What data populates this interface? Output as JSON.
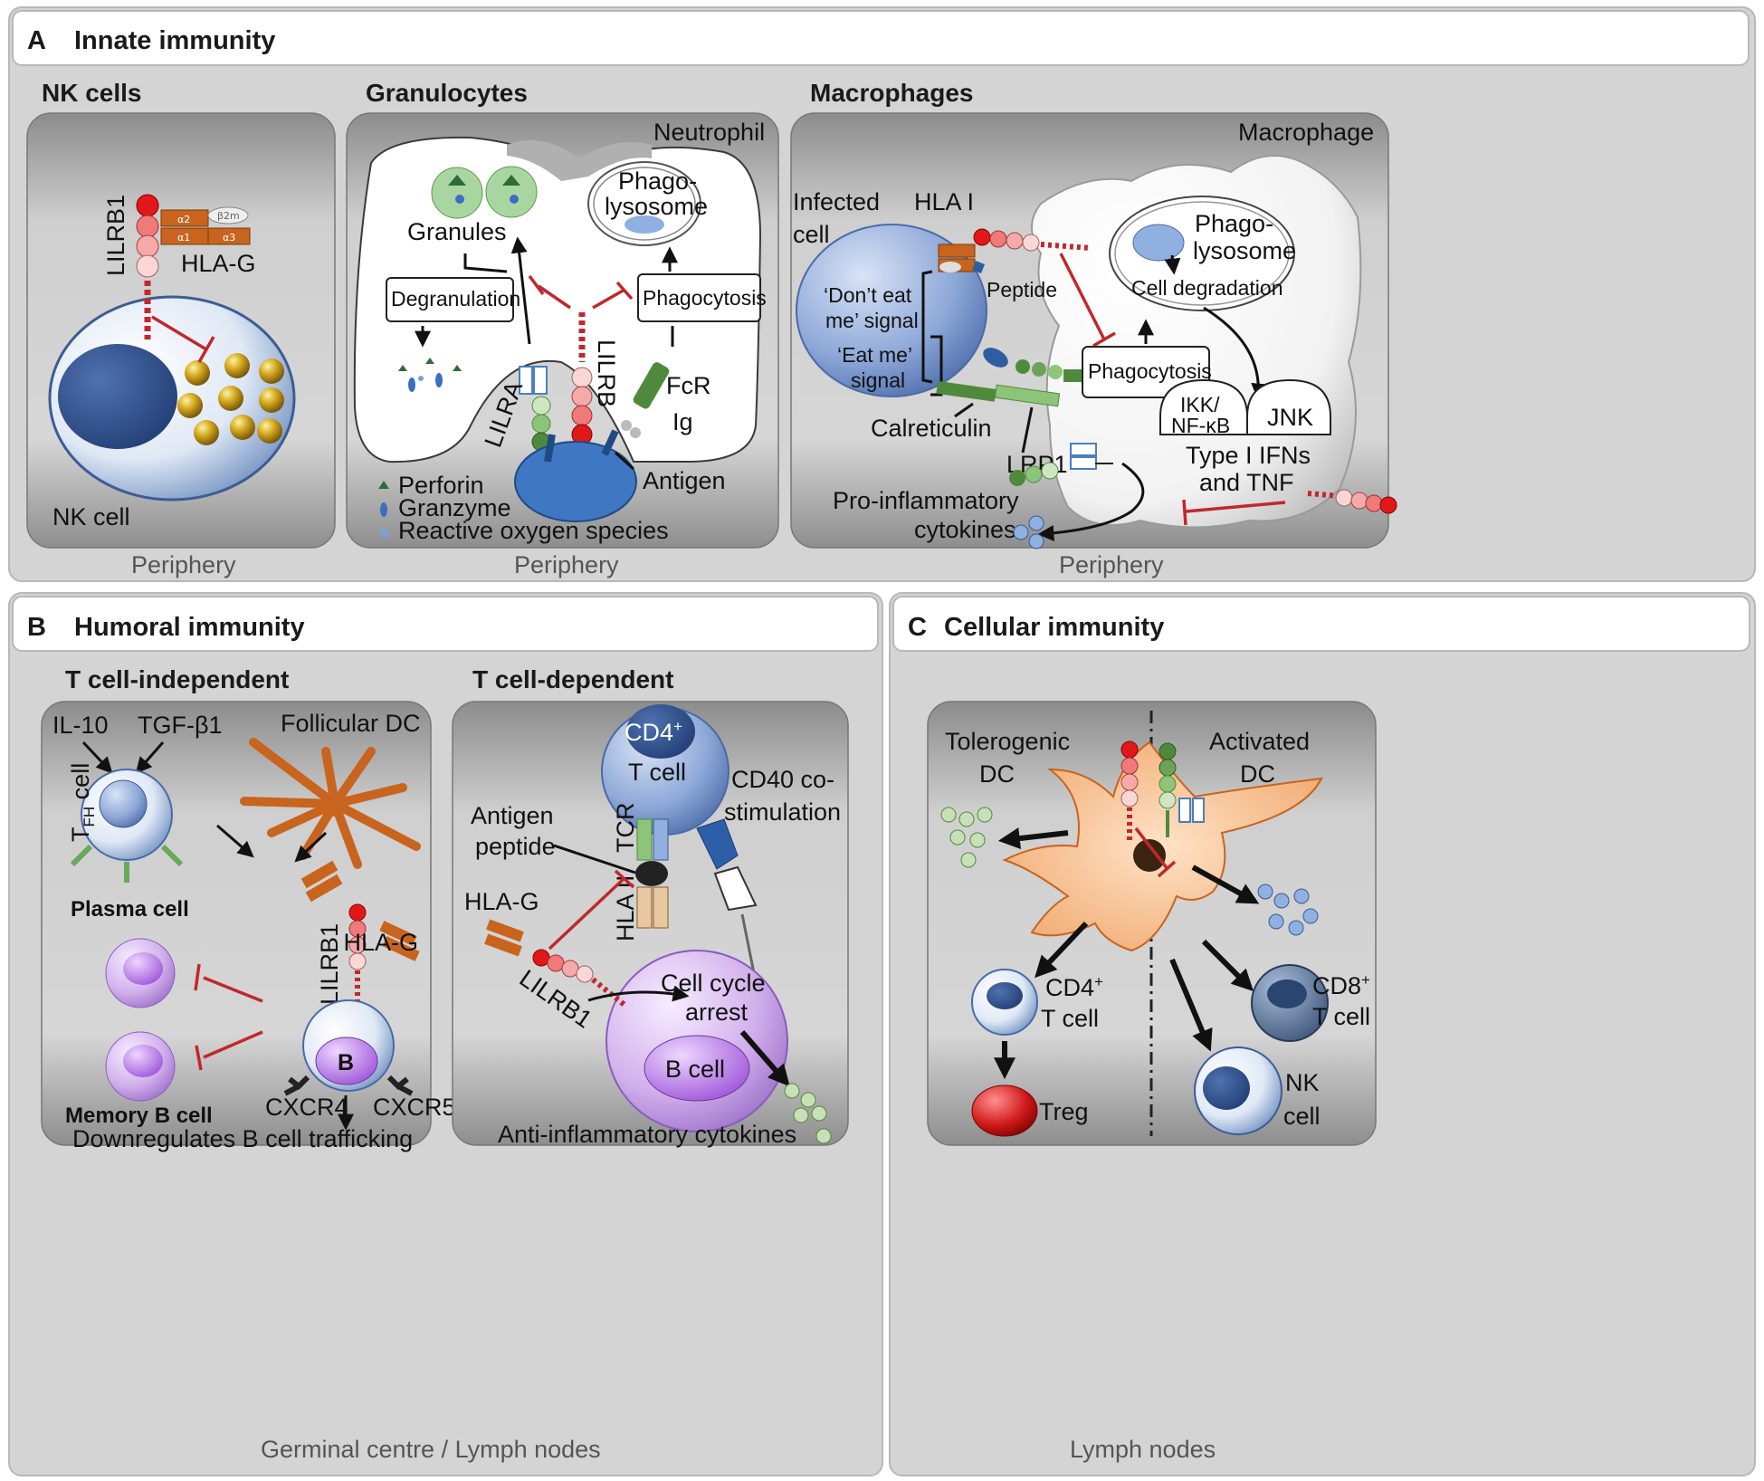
{
  "panels": {
    "a": {
      "letter": "A",
      "title": "Innate immunity"
    },
    "b": {
      "letter": "B",
      "title": "Humoral immunity"
    },
    "c": {
      "letter": "C",
      "title": "Cellular immunity"
    }
  },
  "nk": {
    "title": "NK cells",
    "receptor": "LILRB1",
    "ligand": "HLA-G",
    "cell": "NK cell",
    "footer": "Periphery"
  },
  "gran": {
    "title": "Granulocytes",
    "cell": "Neutrophil",
    "phago_1": "Phago-",
    "phago_2": "lysosome",
    "granules": "Granules",
    "degranulation": "Degranulation",
    "phagocytosis": "Phagocytosis",
    "lilra": "LILRA",
    "lilrb": "LILRB",
    "fcr": "FcR",
    "ig": "Ig",
    "antigen": "Antigen",
    "legend": [
      "Perforin",
      "Granzyme",
      "Reactive oxygen species"
    ],
    "footer": "Periphery"
  },
  "mac": {
    "title": "Macrophages",
    "cell": "Macrophage",
    "infected_1": "Infected",
    "infected_2": "cell",
    "hla": "HLA I",
    "peptide": "Peptide",
    "dont_1": "‘Don’t eat",
    "dont_2": "me’ signal",
    "eat_1": "‘Eat me’",
    "eat_2": "signal",
    "phago_1": "Phago-",
    "phago_2": "lysosome",
    "degradation": "Cell degradation",
    "phagocytosis": "Phagocytosis",
    "ikk_1": "IKK/",
    "ikk_2": "NF-κB",
    "jnk": "JNK",
    "ifn_1": "Type I IFNs",
    "ifn_2": "and TNF",
    "calreticulin": "Calreticulin",
    "lrp1": "LRP1",
    "cyto_1": "Pro-inflammatory",
    "cyto_2": "cytokines",
    "footer": "Periphery"
  },
  "tind": {
    "title": "T cell-independent",
    "il10": "IL-10",
    "tgf": "TGF-β1",
    "fdc": "Follicular DC",
    "tfh_main": "T",
    "tfh_sub": "FH",
    "tfh_rest": " cell",
    "plasma": "Plasma cell",
    "memory": "Memory B cell",
    "lilrb1": "LILRB1",
    "hlag": "HLA-G",
    "b": "B",
    "cxcr4": "CXCR4",
    "cxcr5": "CXCR5",
    "bottom": "Downregulates B cell trafficking"
  },
  "tdep": {
    "title": "T cell-dependent",
    "cd4": "CD4",
    "sup": "+",
    "tcell": "T cell",
    "cd40_1": "CD40 co-",
    "cd40_2": "stimulation",
    "antigen_1": "Antigen",
    "antigen_2": "peptide",
    "tcr": "TCR",
    "hla2": "HLA II",
    "hlag": "HLA-G",
    "lilrb1": "LILRB1",
    "arrest_1": "Cell cycle",
    "arrest_2": "arrest",
    "bcell": "B cell",
    "cytokines": "Anti-inflammatory  cytokines"
  },
  "humoral_footer": "Germinal centre / Lymph nodes",
  "cell_imm": {
    "tol_1": "Tolerogenic",
    "tol_2": "DC",
    "act_1": "Activated",
    "act_2": "DC",
    "cd4": "CD4",
    "cd8": "CD8",
    "sup": "+",
    "tcell": "T cell",
    "treg": "Treg",
    "nk_1": "NK",
    "nk_2": "cell",
    "footer": "Lymph nodes"
  },
  "colors": {
    "panel_bg": "#d4d4d4",
    "box_bg": "#a9a9a9",
    "inhibition": "#c0282d",
    "hla_orange": "#c8641e",
    "lilrb_red": "#e02020",
    "lilra_green": "#4f8a3c"
  }
}
